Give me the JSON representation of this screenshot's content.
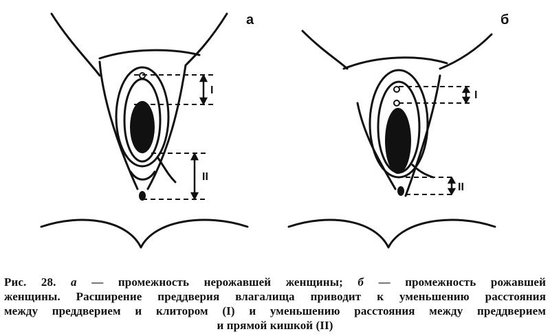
{
  "figure": {
    "panels": [
      {
        "id": "a",
        "label": "а",
        "dimension_labels": [
          "I",
          "II"
        ]
      },
      {
        "id": "b",
        "label": "б",
        "dimension_labels": [
          "I",
          "II"
        ]
      }
    ]
  },
  "caption": {
    "line1_prefix": "Рис. 28.",
    "line1_a": "а",
    "line1_a_text": "— промежность нерожавшей женщины;",
    "line1_b": "б",
    "line1_b_text": "— промежность рожавшей",
    "line2": "женщины. Расширение преддверия влагалища приводит к уменьшению расстояния",
    "line3": "между преддверием и клитором (I) и уменьшению расстояния между преддверием",
    "line4": "и прямой кишкой (II)"
  }
}
